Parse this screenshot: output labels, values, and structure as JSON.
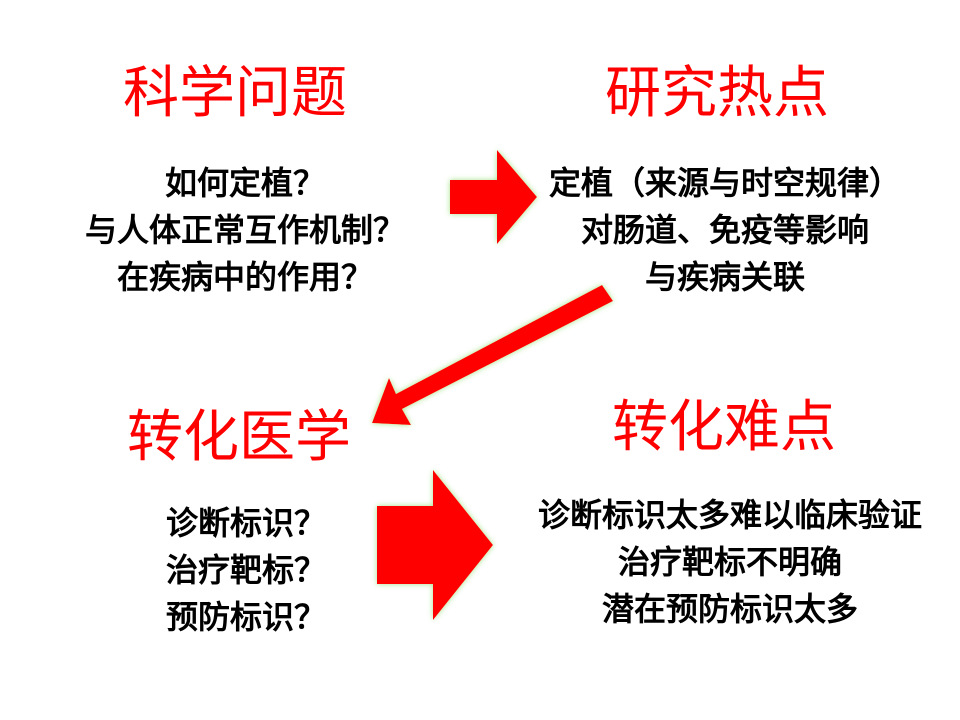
{
  "quadrants": {
    "science": {
      "title": "科学问题",
      "lines": [
        "如何定植？",
        "与人体正常互作机制？",
        "在疾病中的作用？"
      ]
    },
    "hotspots": {
      "title": "研究热点",
      "lines": [
        "定植（来源与时空规律）",
        "对肠道、免疫等影响",
        "与疾病关联"
      ]
    },
    "translational": {
      "title": "转化医学",
      "lines": [
        "诊断标识？",
        "治疗靶标？",
        "预防标识？"
      ]
    },
    "difficulties": {
      "title": "转化难点",
      "lines": [
        "诊断标识太多难以临床验证",
        "治疗靶标不明确",
        "潜在预防标识太多"
      ]
    }
  },
  "colors": {
    "heading": "#ff0000",
    "arrow_fill": "#ff0000",
    "arrow_glow": "#9be07a",
    "text": "#000000"
  }
}
